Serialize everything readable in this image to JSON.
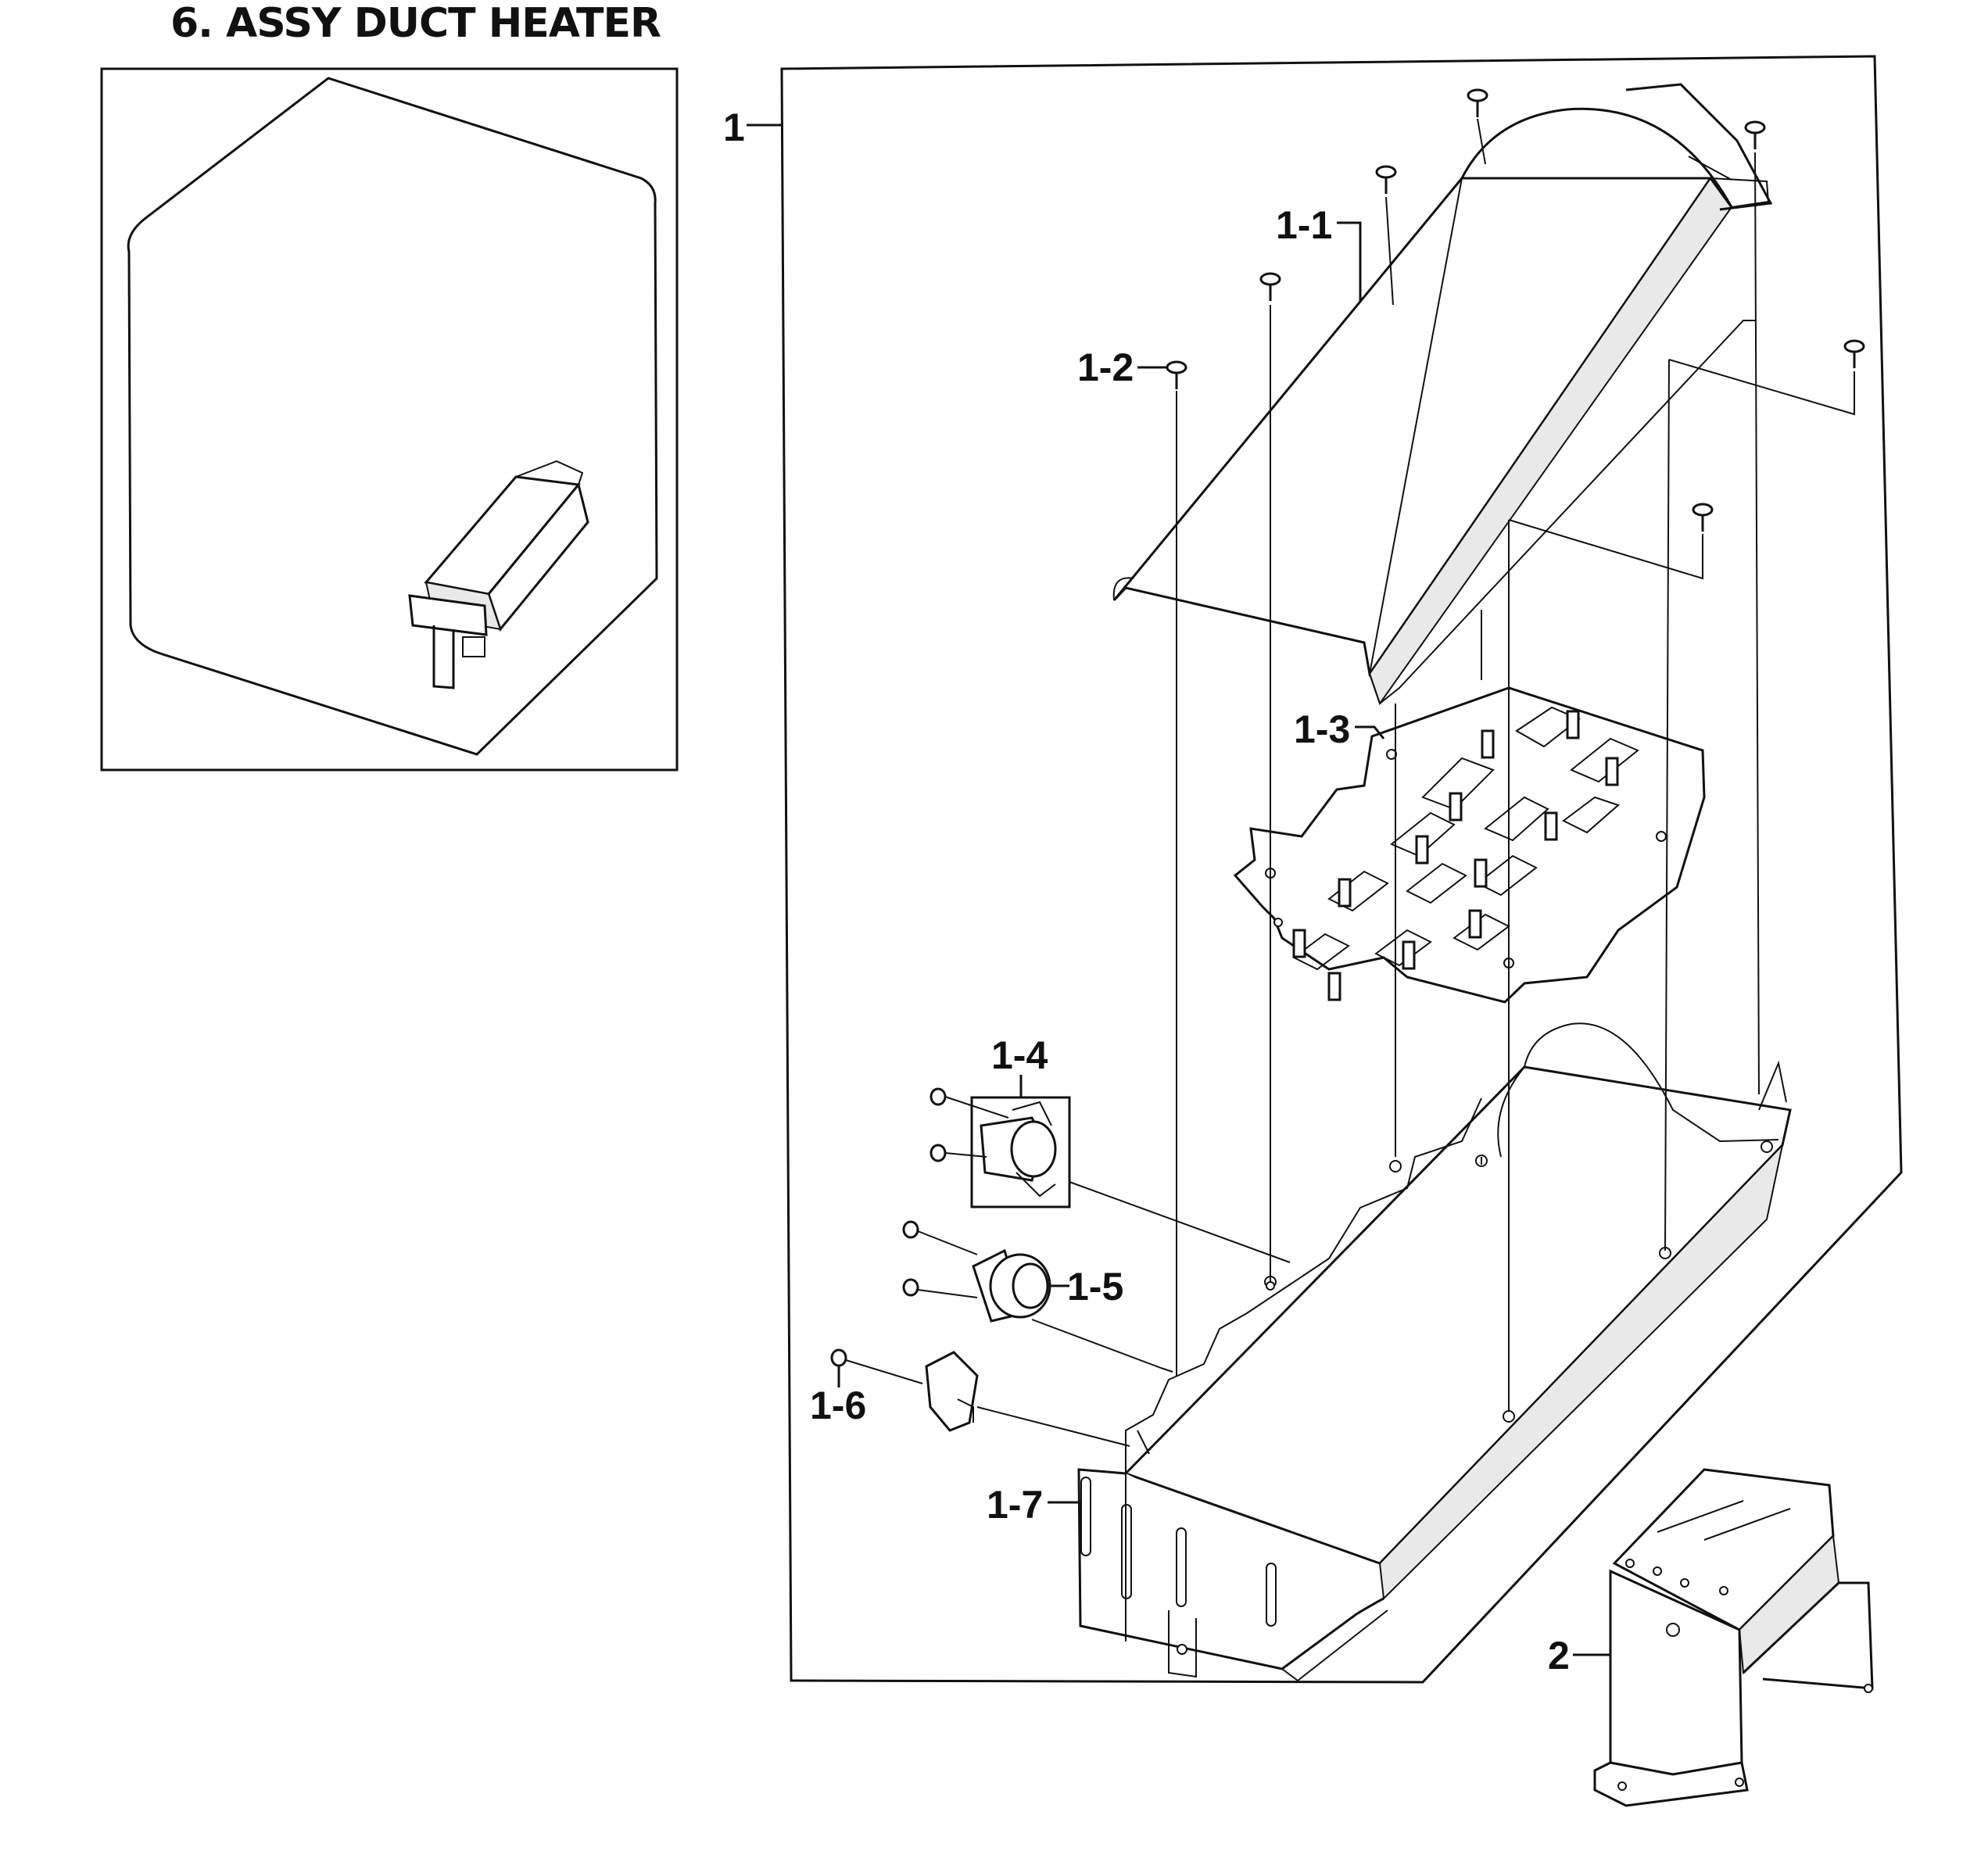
{
  "diagram": {
    "title": "6. ASSY DUCT HEATER",
    "callouts": {
      "assy": "1",
      "top_cover": "1-1",
      "screw": "1-2",
      "heater_plate": "1-3",
      "thermostat": "1-4",
      "thermal_cutoff": "1-5",
      "connector_screw": "1-6",
      "duct_housing": "1-7",
      "bracket": "2"
    }
  }
}
